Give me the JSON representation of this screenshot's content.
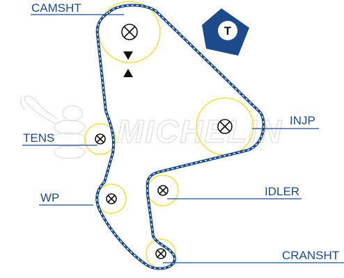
{
  "colors": {
    "belt": "#1d4a8a",
    "belt_dash": "#ffffff",
    "label": "#1d4a8a",
    "pulley_outline": "#f1e04a",
    "hub": "#111111",
    "watermark": "#e2e2e2"
  },
  "watermark": {
    "text": "MICHELIN",
    "logo_icon": "bibendum-icon"
  },
  "badge": {
    "letter": "T",
    "icon": "pentagon-badge-icon"
  },
  "markers": {
    "icons": [
      "triangle-down-icon",
      "triangle-up-icon"
    ]
  },
  "labels": {
    "camshaft": "CAMSHT",
    "tensioner": "TENS",
    "water_pump": "WP",
    "injection_pump": "INJP",
    "idler": "IDLER",
    "crankshaft": "CRANSHT"
  }
}
